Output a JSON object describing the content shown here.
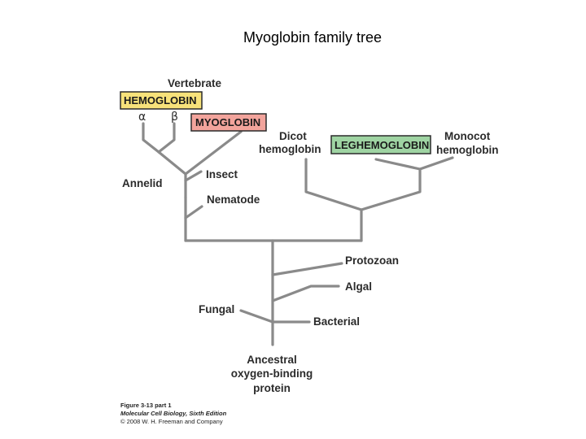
{
  "slide": {
    "title": "Myoglobin family tree"
  },
  "labels": {
    "vertebrate": "Vertebrate",
    "hemoglobin": "HEMOGLOBIN",
    "alpha": "α",
    "beta": "β",
    "myoglobin": "MYOGLOBIN",
    "dicot_line1": "Dicot",
    "dicot_line2": "hemoglobin",
    "leghemoglobin": "LEGHEMOGLOBIN",
    "monocot_line1": "Monocot",
    "monocot_line2": "hemoglobin",
    "annelid": "Annelid",
    "insect": "Insect",
    "nematode": "Nematode",
    "protozoan": "Protozoan",
    "algal": "Algal",
    "fungal": "Fungal",
    "bacterial": "Bacterial",
    "ancestral_line1": "Ancestral",
    "ancestral_line2": "oxygen-binding",
    "ancestral_line3": "protein"
  },
  "colors": {
    "hemoglobin_box": "#f7e27a",
    "myoglobin_box": "#f2a49c",
    "leghemoglobin_box": "#9fd4a3",
    "branch": "#8a8a8a"
  },
  "caption": {
    "line1": "Figure 3-13 part 1",
    "line2": "Molecular Cell Biology, Sixth Edition",
    "line3": "© 2008 W. H. Freeman and Company"
  }
}
